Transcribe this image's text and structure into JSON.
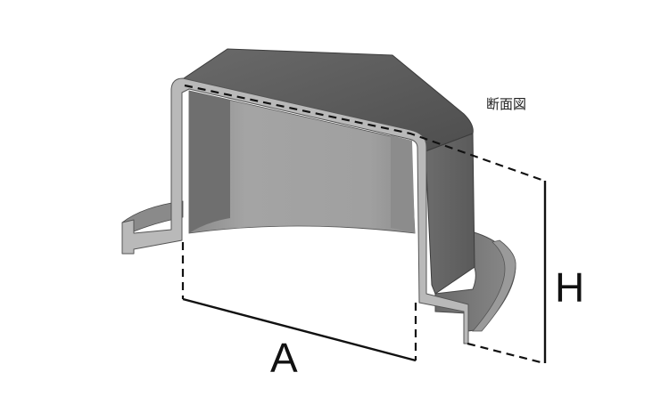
{
  "diagram": {
    "section_label": "断面図",
    "dimension_a": "A",
    "dimension_h": "H"
  },
  "colors": {
    "top_surface": "#5c5c5c",
    "cut_face": "#b8b8b8",
    "wall_dark": "#6e6e6e",
    "interior": "#9e9e9e",
    "flange": "#7a7a7a",
    "dimension_line": "#111111"
  }
}
